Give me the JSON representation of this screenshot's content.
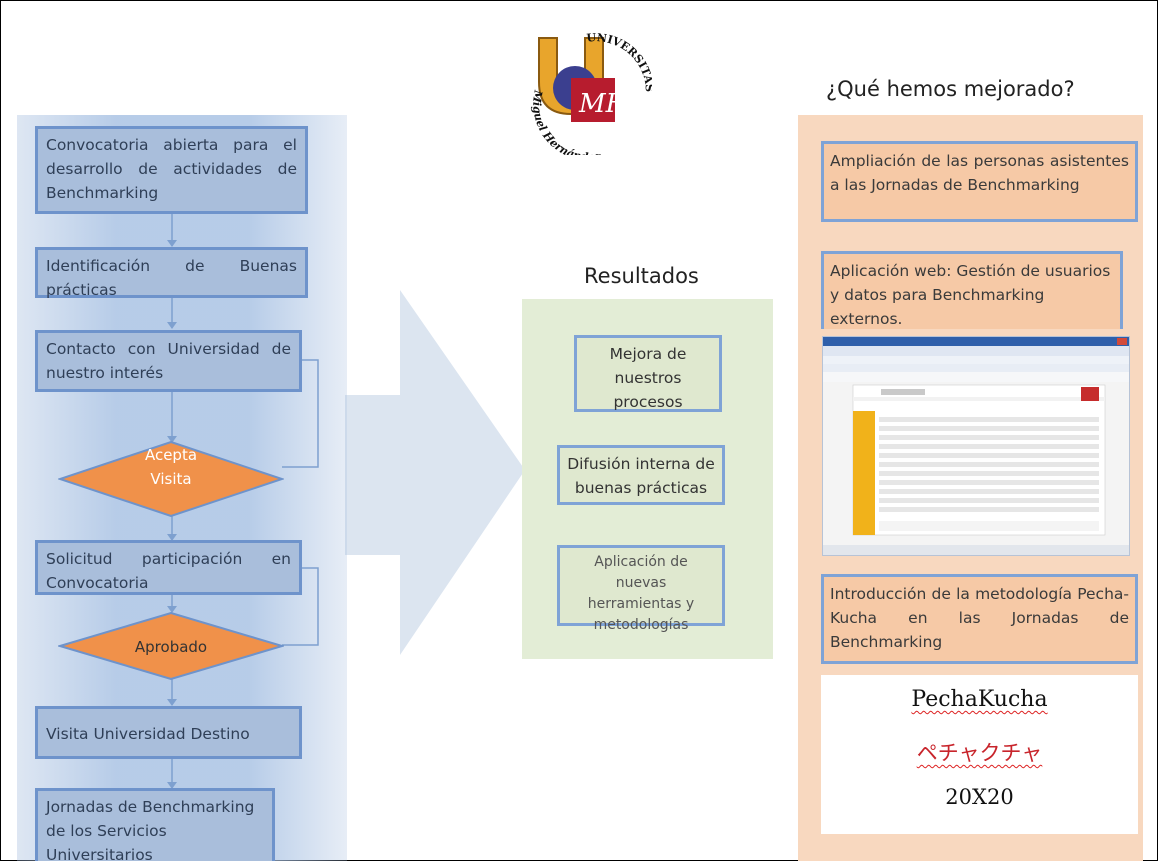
{
  "logo": {
    "text_top": "UNIVERSITAS",
    "text_bottom": "Miguel Hernández",
    "monogram": "MH"
  },
  "left_flow": {
    "steps": [
      "Convocatoria abierta para el desarrollo de actividades de Benchmarking",
      "Identificación de Buenas prácticas",
      "Contacto con Universidad de nuestro interés",
      "Solicitud participación en Convocatoria",
      "Visita Universidad Destino",
      "Jornadas de Benchmarking de los Servicios Universitarios"
    ],
    "decisions": [
      "Acepta Visita",
      "Aprobado"
    ]
  },
  "results": {
    "title": "Resultados",
    "items": [
      "Mejora de nuestros procesos",
      "Difusión interna de buenas prácticas",
      "Aplicación de nuevas herramientas y metodologías"
    ]
  },
  "improvements": {
    "title": "¿Qué hemos mejorado?",
    "items": [
      "Ampliación de las personas asistentes a las Jornadas de Benchmarking",
      "Aplicación web: Gestión de usuarios y datos para Benchmarking externos.",
      "Introducción de la metodología Pecha-Kucha en las Jornadas de Benchmarking"
    ]
  },
  "pechakucha": {
    "latin": "PechaKucha",
    "japanese": "ペチャクチャ",
    "format": "20X20"
  },
  "colors": {
    "flow_box": "#a9bedb",
    "flow_border": "#6e93cb",
    "decision": "#f0914a",
    "results_bg": "#e3edd6",
    "improvements_bg": "#f8d8bf",
    "improvement_box": "#f6c9a6"
  }
}
